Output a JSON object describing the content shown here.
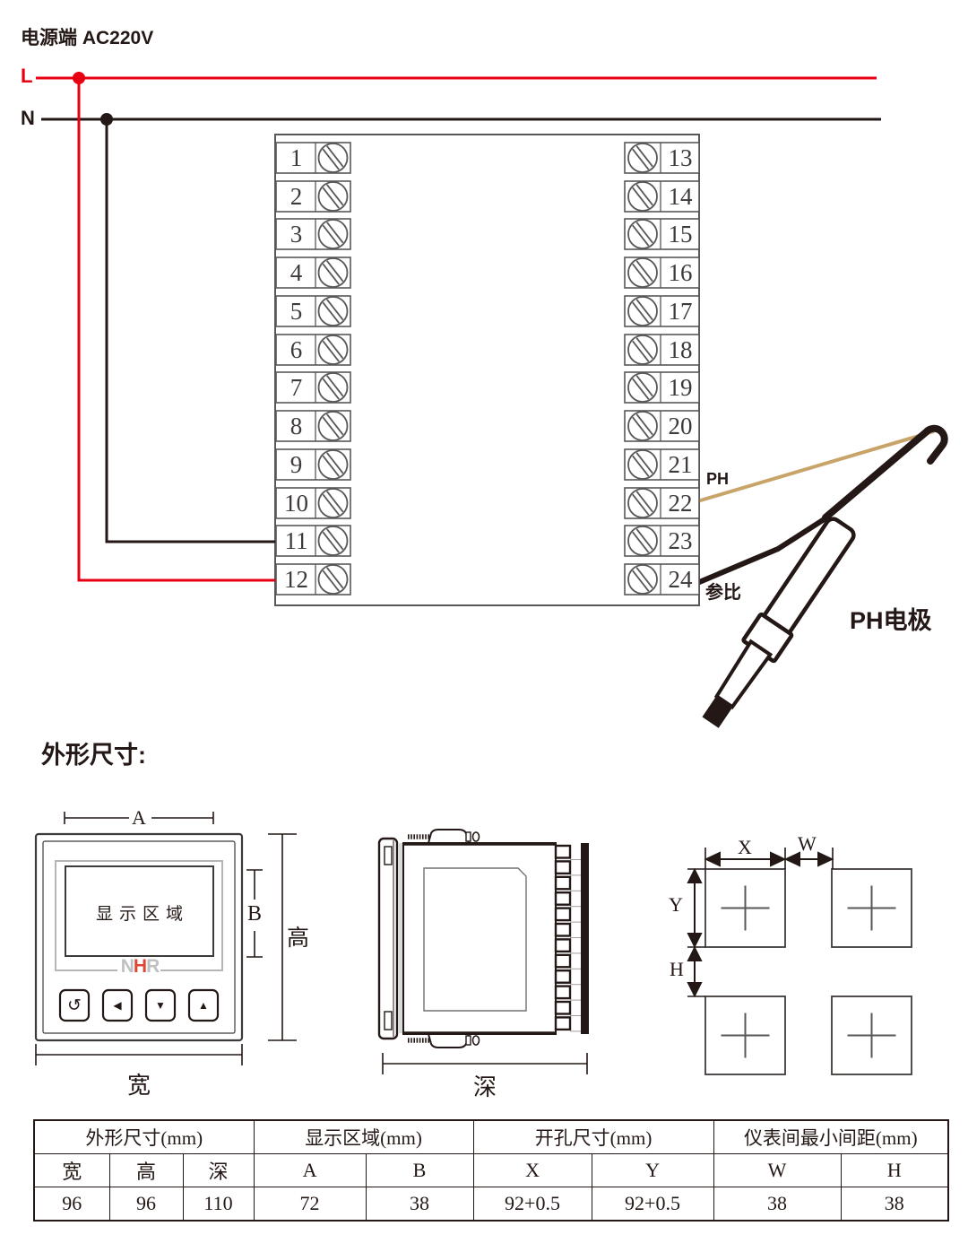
{
  "wiring": {
    "power_label": "电源端 AC220V",
    "live_label": "L",
    "neutral_label": "N",
    "colors": {
      "live_wire": "#e60012",
      "neutral_wire": "#231815",
      "ph_wire": "#c8a469"
    },
    "terminals_left": [
      "1",
      "2",
      "3",
      "4",
      "5",
      "6",
      "7",
      "8",
      "9",
      "10",
      "11",
      "12"
    ],
    "terminals_right": [
      "13",
      "14",
      "15",
      "16",
      "17",
      "18",
      "19",
      "20",
      "21",
      "22",
      "23",
      "24"
    ],
    "ph_label": "PH",
    "reference_label": "参比",
    "electrode_label": "PH电极"
  },
  "outline": {
    "heading": "外形尺寸:",
    "front_view": {
      "display_area": "显示区域",
      "logo_n": "N",
      "logo_h": "H",
      "logo_r": "R",
      "logo_colors": {
        "n": "#bfc0c2",
        "h": "#dd4633",
        "r": "#bfc0c2"
      },
      "dim_a": "A",
      "dim_b": "B",
      "dim_height": "高",
      "dim_width": "宽",
      "buttons": {
        "loop": "↺",
        "left": "◀",
        "down": "▼",
        "up": "▲"
      }
    },
    "side_view": {
      "dim_depth": "深"
    },
    "cutout_view": {
      "dim_x": "X",
      "dim_w": "W",
      "dim_y": "Y",
      "dim_h": "H"
    }
  },
  "spec_table": {
    "groups": [
      "外形尺寸(mm)",
      "显示区域(mm)",
      "开孔尺寸(mm)",
      "仪表间最小间距(mm)"
    ],
    "columns": [
      "宽",
      "高",
      "深",
      "A",
      "B",
      "X",
      "Y",
      "W",
      "H"
    ],
    "values": [
      "96",
      "96",
      "110",
      "72",
      "38",
      "92+0.5",
      "92+0.5",
      "38",
      "38"
    ]
  }
}
